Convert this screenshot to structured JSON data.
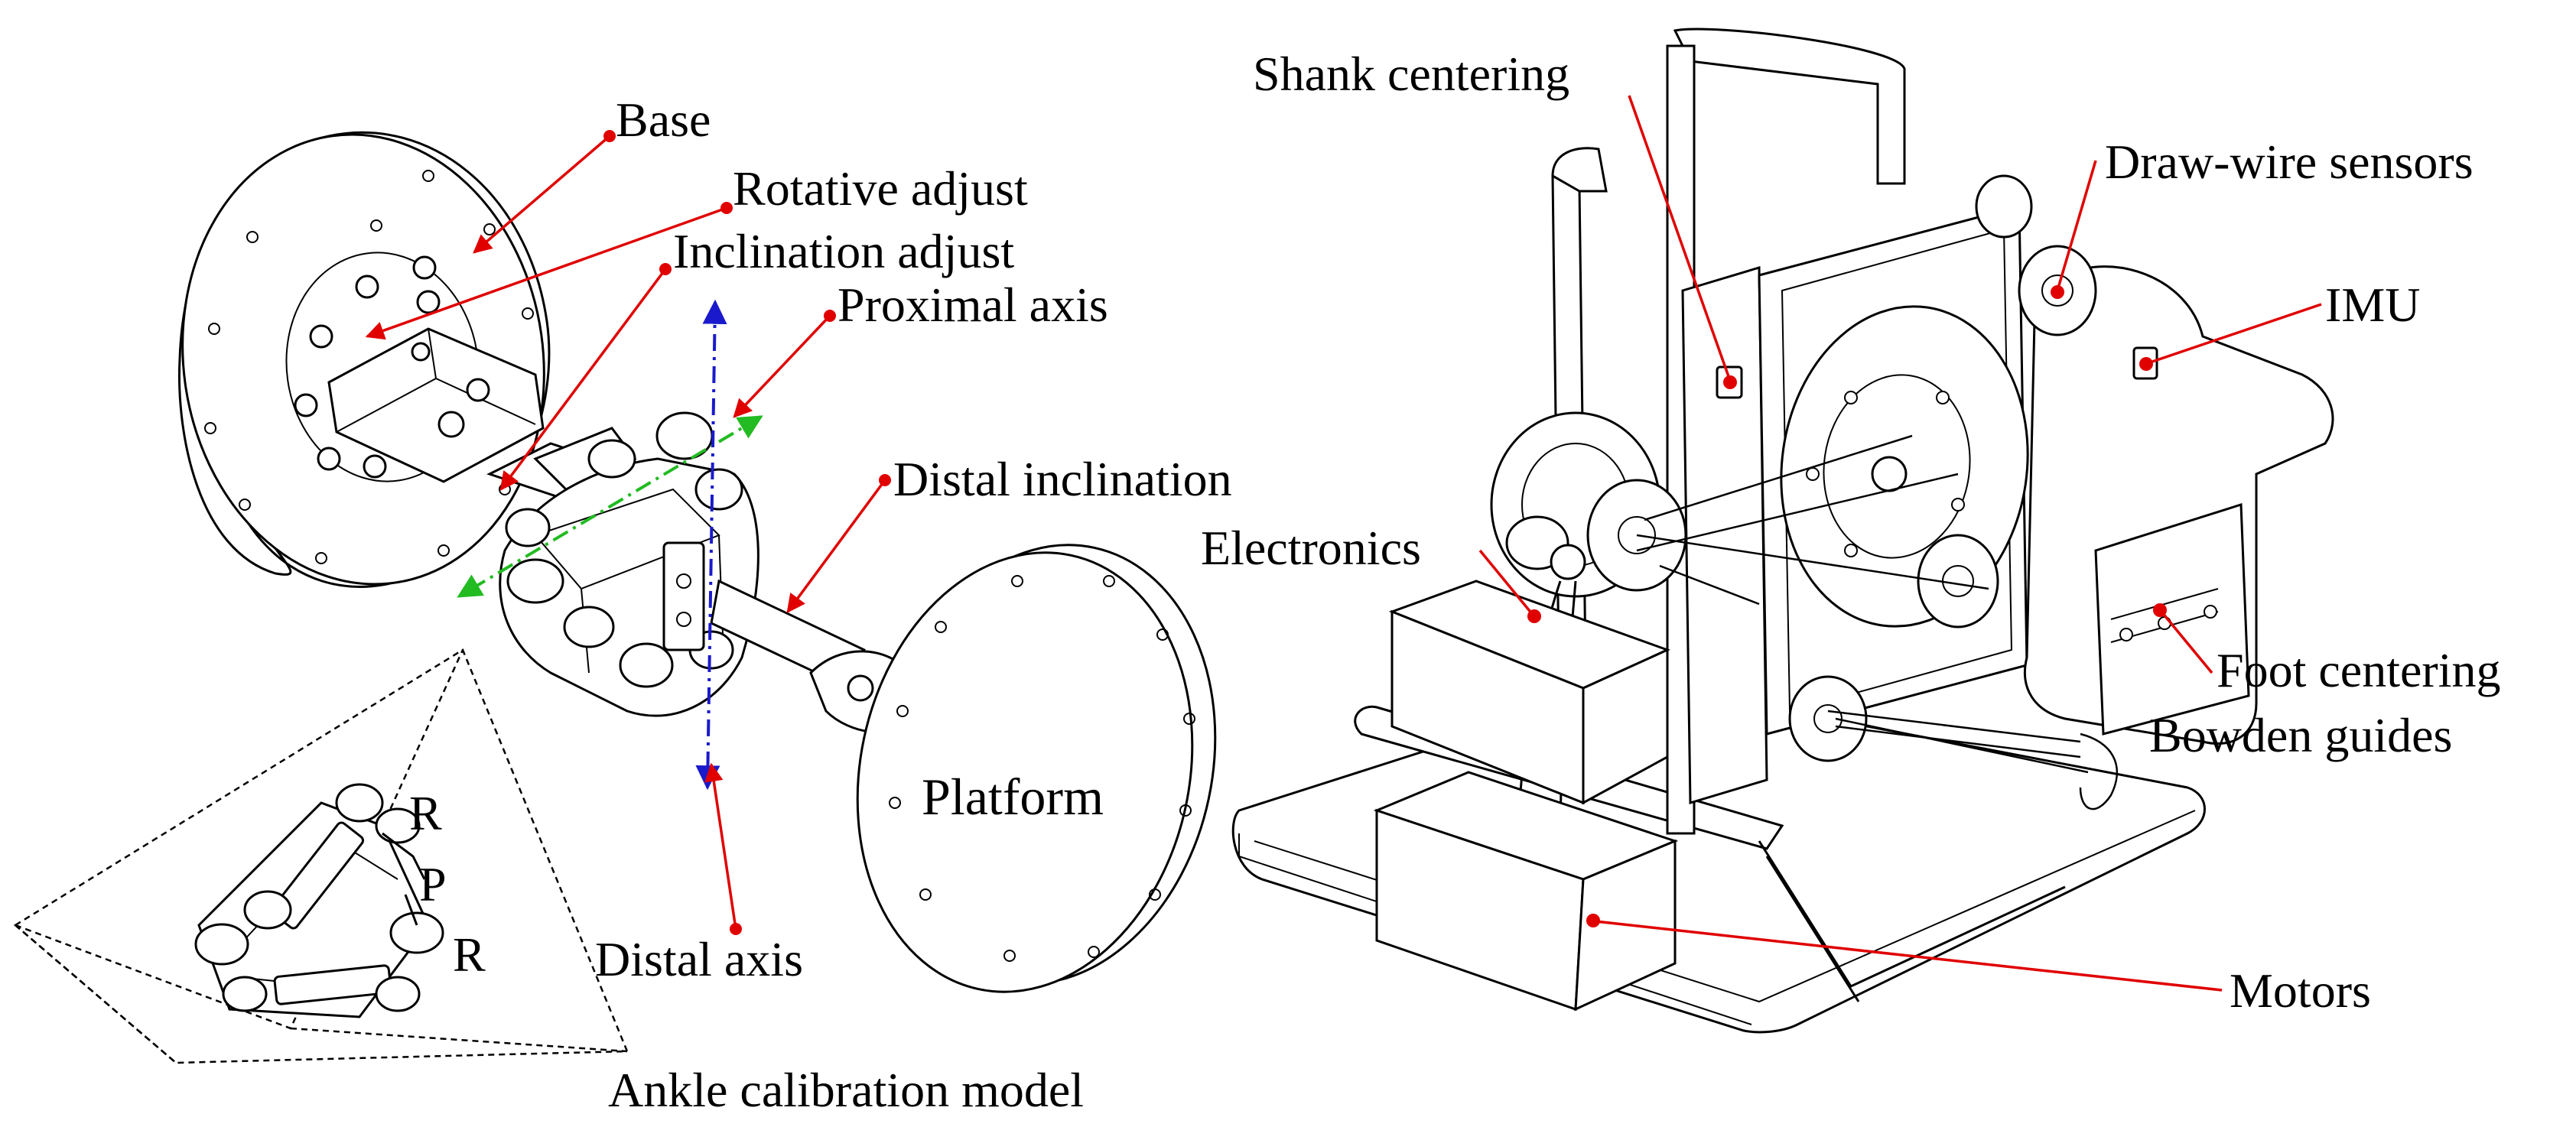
{
  "left_figure": {
    "labels": {
      "base": "Base",
      "rotative_adjust": "Rotative adjust",
      "inclination_adjust": "Inclination adjust",
      "proximal_axis": "Proximal axis",
      "distal_inclination": "Distal inclination",
      "platform": "Platform",
      "distal_axis": "Distal axis"
    },
    "inset": {
      "joint_r_top": "R",
      "joint_p": "P",
      "joint_r_bottom": "R",
      "caption": "Ankle calibration model"
    }
  },
  "right_figure": {
    "labels": {
      "shank_centering": "Shank centering",
      "draw_wire_sensors": "Draw-wire sensors",
      "imu": "IMU",
      "electronics": "Electronics",
      "foot_centering": "Foot centering",
      "bowden_guides": "Bowden guides",
      "motors": "Motors"
    }
  },
  "colors": {
    "leader_lines": "#e00000",
    "proximal_axis": "#22bb22",
    "distal_axis": "#1a1acc",
    "line_art": "#000000"
  }
}
